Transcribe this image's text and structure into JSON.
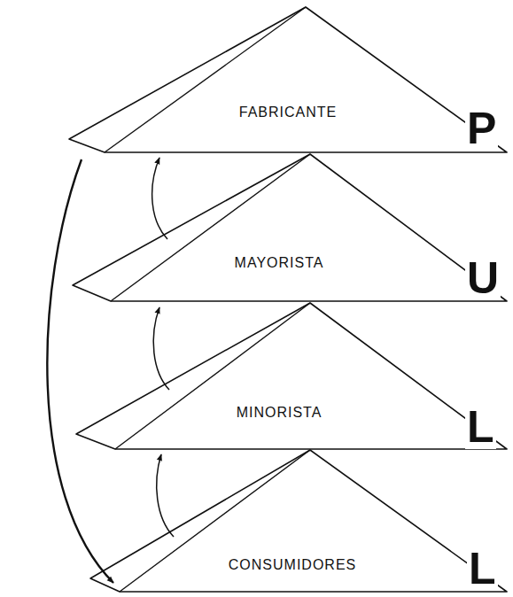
{
  "diagram": {
    "nodes": [
      {
        "text": [
          "FABRICANTE"
        ]
      },
      {
        "text": [
          "MAYORISTA"
        ]
      },
      {
        "text": [
          "MINORISTA"
        ]
      },
      {
        "text": [
          "CONSUMIDORES"
        ]
      }
    ],
    "edges": [
      {
        "from": 3,
        "to": 2,
        "arrow": "to"
      },
      {
        "from": 2,
        "to": 1,
        "arrow": "to"
      },
      {
        "from": 1,
        "to": 0,
        "arrow": "to"
      },
      {
        "from": 0,
        "to": 3,
        "arrow": "to"
      }
    ],
    "labels": [
      "P",
      "U",
      "L",
      "L"
    ]
  }
}
